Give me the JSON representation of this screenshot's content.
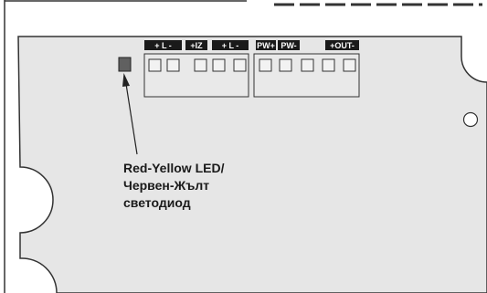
{
  "terminal_tags": {
    "power_loop_1": "+ L -",
    "iz": "+IZ",
    "power_loop_2": "+ L -",
    "pw_plus": "PW+",
    "pw_minus": "PW-",
    "out": "+OUT-"
  },
  "led_label": {
    "line1": "Red-Yellow LED/",
    "line2": "Червен-Жълт",
    "line3": "светодиод"
  },
  "colors": {
    "board": "#e5e5e5",
    "outline": "#333333",
    "led": "#606060",
    "tag_background": "#1a1a1a"
  }
}
